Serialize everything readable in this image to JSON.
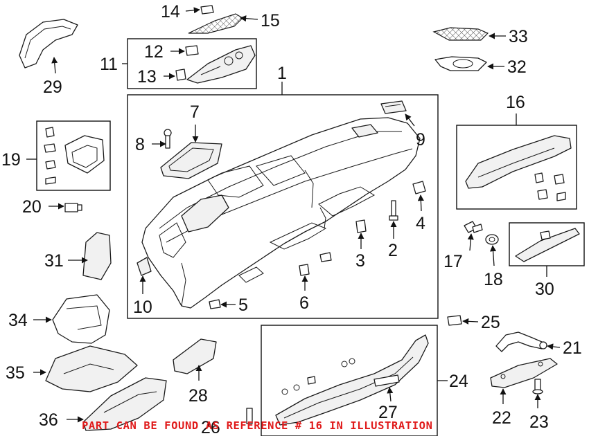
{
  "diagram": {
    "note": "PART CAN BE FOUND AS REFERENCE # 16 IN ILLUSTRATION",
    "callouts": [
      "1",
      "2",
      "3",
      "4",
      "5",
      "6",
      "7",
      "8",
      "9",
      "10",
      "11",
      "12",
      "13",
      "14",
      "15",
      "16",
      "17",
      "18",
      "19",
      "20",
      "21",
      "22",
      "23",
      "24",
      "25",
      "26",
      "27",
      "28",
      "29",
      "30",
      "31",
      "32",
      "33",
      "34",
      "35",
      "36"
    ],
    "colors": {
      "note": "#e01b1b",
      "lines": "#111111",
      "background": "#ffffff"
    }
  }
}
